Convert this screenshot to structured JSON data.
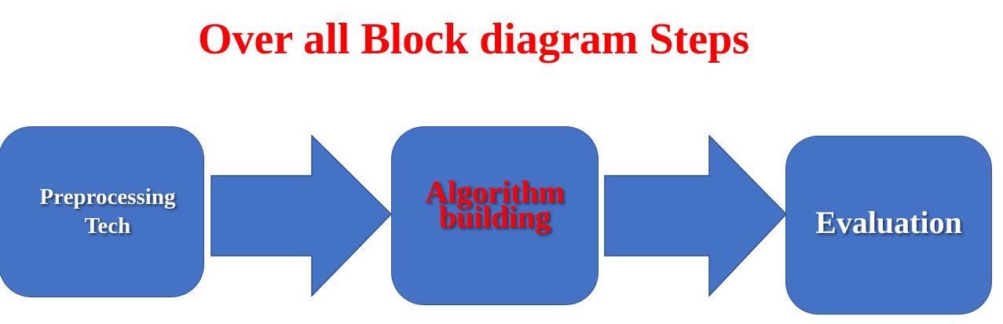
{
  "diagram": {
    "title": "Over all Block diagram Steps",
    "steps": [
      {
        "label_line1": "Preprocessing",
        "label_line2": "Tech",
        "label_color": "#ffffff"
      },
      {
        "label_line1": "Algorithm",
        "label_line2": "building",
        "label_color": "#ff0000"
      },
      {
        "label_line1": "Evaluation",
        "label_color": "#ffffff"
      }
    ],
    "colors": {
      "title": "#ff0000",
      "box_fill": "#4472c4",
      "box_border": "#2f528f",
      "arrow_fill": "#4472c4"
    }
  }
}
